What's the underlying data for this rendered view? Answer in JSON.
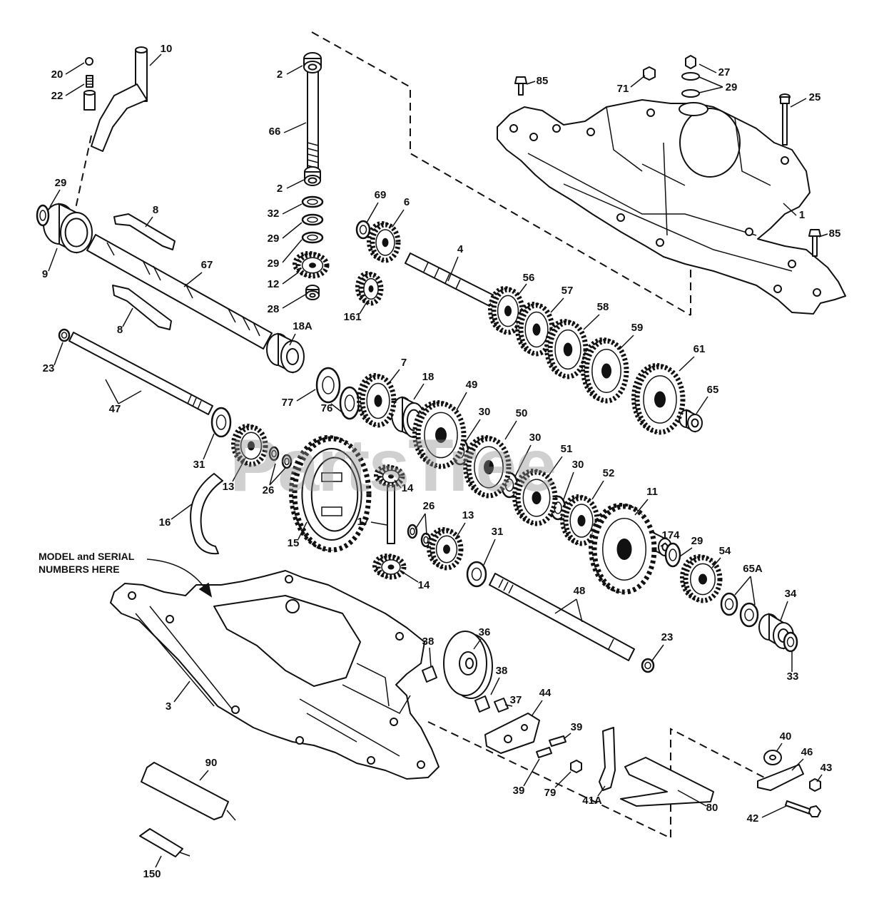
{
  "diagram": {
    "watermark": "PartsTree",
    "callout": {
      "line1": "MODEL and SERIAL",
      "line2": "NUMBERS HERE"
    },
    "part_labels": [
      "10",
      "20",
      "22",
      "29",
      "9",
      "8",
      "67",
      "8",
      "23",
      "47",
      "18A",
      "2",
      "66",
      "2",
      "32",
      "29",
      "29",
      "12",
      "28",
      "69",
      "6",
      "161",
      "4",
      "56",
      "57",
      "58",
      "59",
      "61",
      "65",
      "85",
      "71",
      "27",
      "29",
      "25",
      "1",
      "85",
      "77",
      "76",
      "7",
      "18",
      "49",
      "30",
      "50",
      "30",
      "51",
      "30",
      "52",
      "11",
      "31",
      "13",
      "26",
      "16",
      "15",
      "14",
      "17",
      "26",
      "13",
      "31",
      "14",
      "174",
      "29",
      "54",
      "65A",
      "34",
      "48",
      "23",
      "33",
      "3",
      "38",
      "36",
      "38",
      "37",
      "44",
      "39",
      "39",
      "79",
      "41A",
      "80",
      "40",
      "46",
      "43",
      "42",
      "90",
      "150"
    ]
  }
}
